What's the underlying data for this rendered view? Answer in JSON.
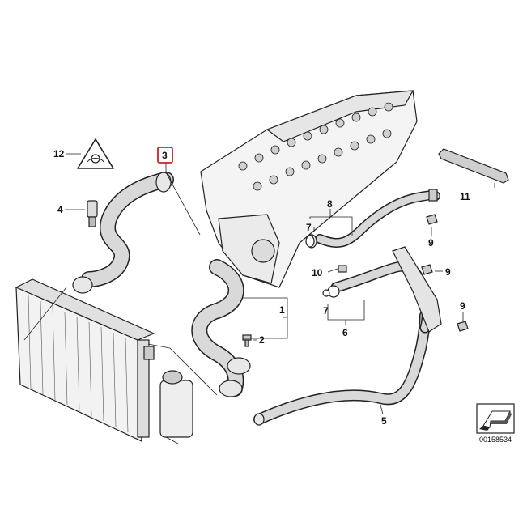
{
  "callouts": {
    "c1": "1",
    "c2": "2",
    "c3": "3",
    "c4": "4",
    "c5": "5",
    "c6": "6",
    "c7a": "7",
    "c7b": "7",
    "c8": "8",
    "c9a": "9",
    "c9b": "9",
    "c9c": "9",
    "c10": "10",
    "c11": "11",
    "c12": "12"
  },
  "reference_number": "00158534",
  "colors": {
    "highlight": "#cc2222",
    "line": "#222222",
    "hose_fill": "#d9d9d9",
    "part_fill": "#e8e8e8"
  }
}
